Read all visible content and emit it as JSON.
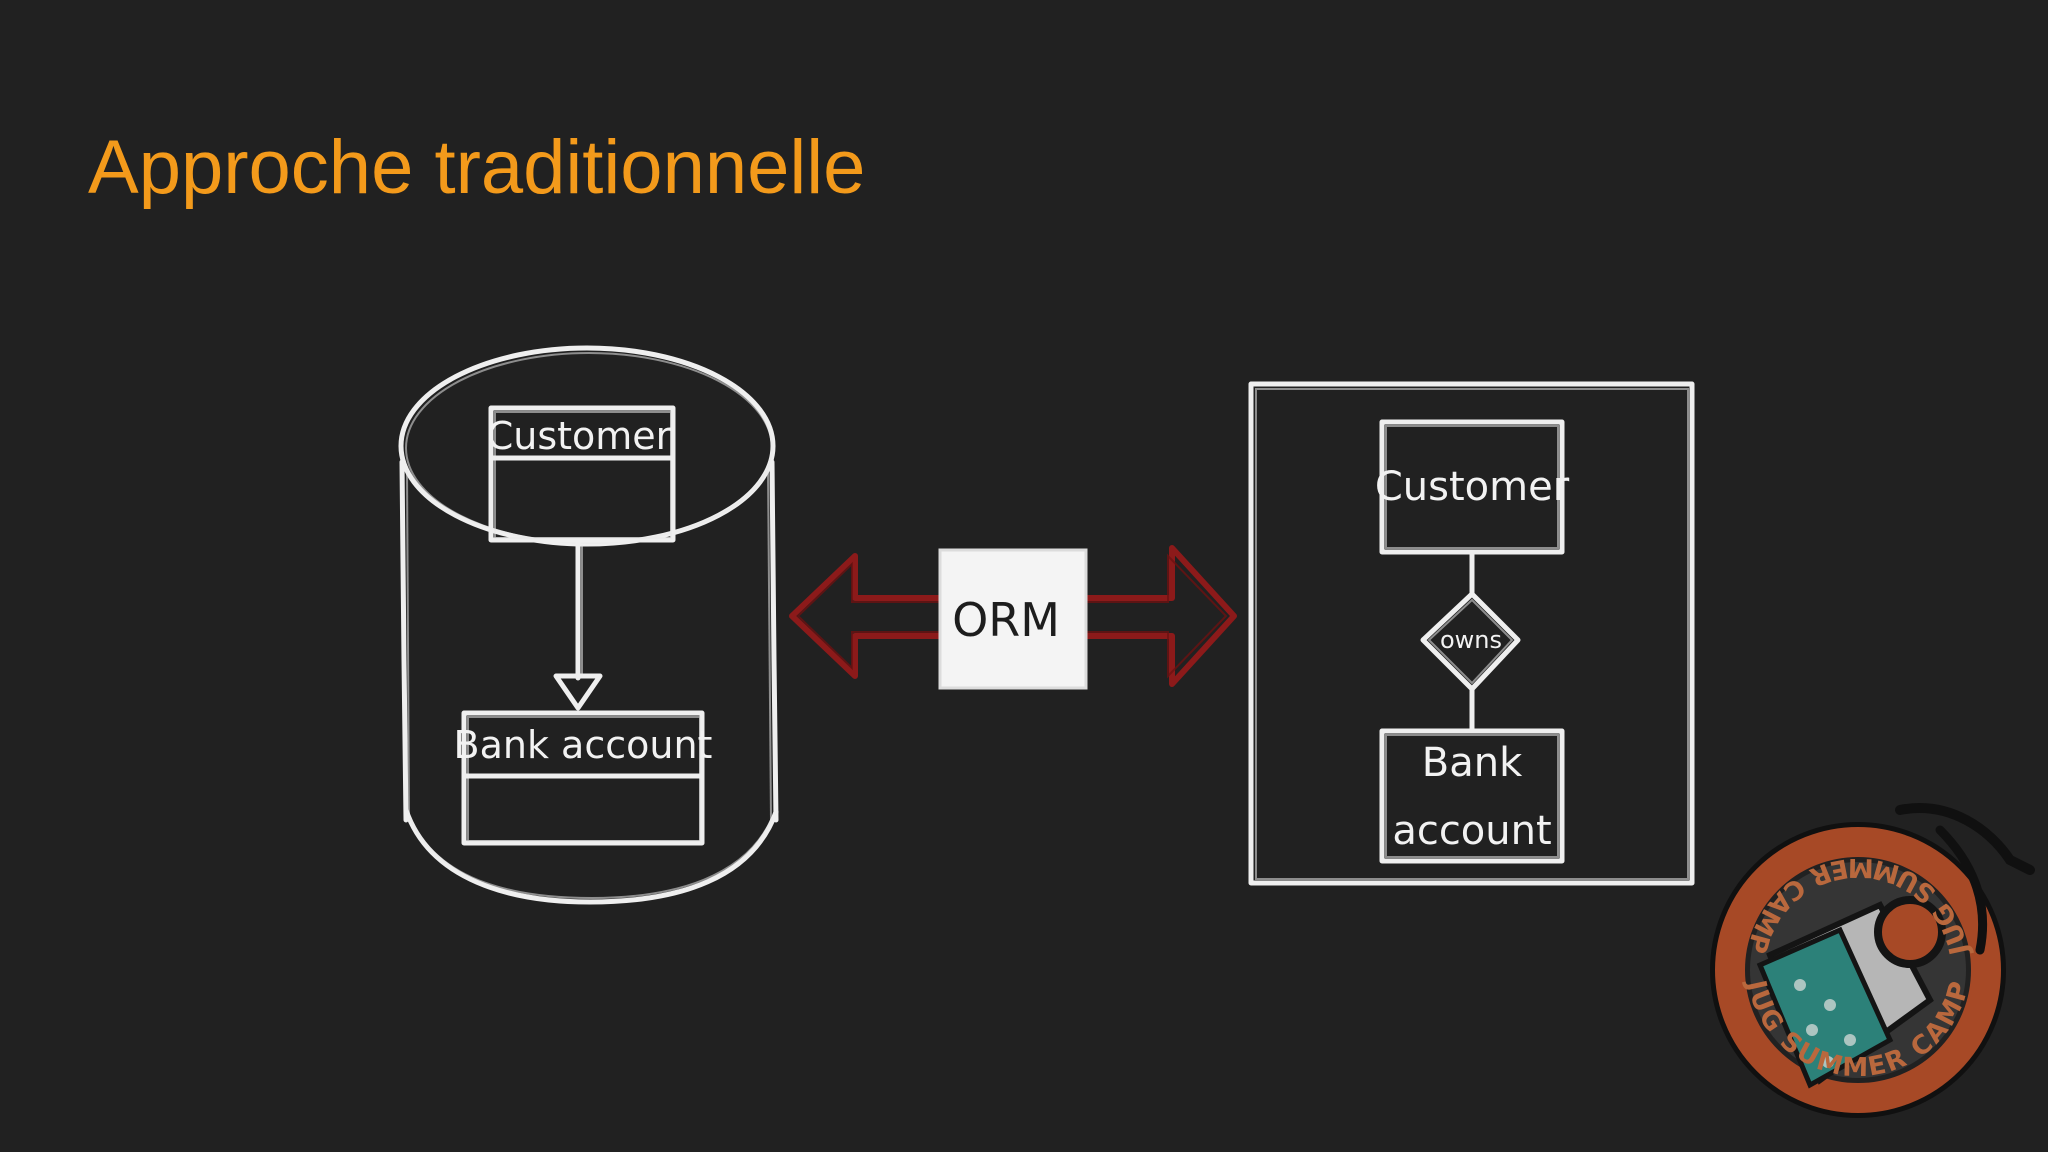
{
  "slide": {
    "title": "Approche traditionnelle"
  },
  "database": {
    "entity_top": "Customer",
    "entity_bottom": "Bank account"
  },
  "mapper": {
    "label": "ORM"
  },
  "object_model": {
    "entity_top": "Customer",
    "relation": "owns",
    "entity_bottom_line1": "Bank",
    "entity_bottom_line2": "account"
  },
  "logo": {
    "text": "JUG SUMMER CAMP"
  },
  "colors": {
    "background": "#212121",
    "title": "#f39a1b",
    "chalk": "#efefef",
    "arrow": "#8c1a1a",
    "logo_orange": "#d4582a",
    "logo_teal": "#2f9a8f"
  }
}
